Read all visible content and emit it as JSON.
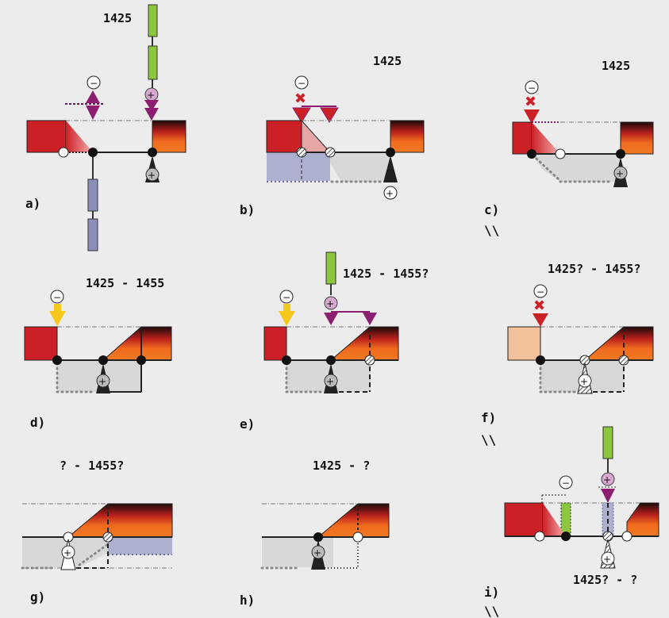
{
  "panels": [
    {
      "id": "a",
      "caption": "a)",
      "date": "1425"
    },
    {
      "id": "b",
      "caption": "b)",
      "date": "1425"
    },
    {
      "id": "c",
      "caption": "c)",
      "date": "1425",
      "extra": "\\\\"
    },
    {
      "id": "d",
      "caption": "d)",
      "date": "1425 - 1455"
    },
    {
      "id": "e",
      "caption": "e)",
      "date": "1425 - 1455?"
    },
    {
      "id": "f",
      "caption": "f)",
      "date": "1425? - 1455?",
      "extra": "\\\\"
    },
    {
      "id": "g",
      "caption": "g)",
      "date": "? - 1455?"
    },
    {
      "id": "h",
      "caption": "h)",
      "date": "1425 - ?"
    },
    {
      "id": "i",
      "caption": "i)",
      "date": "1425? - ?",
      "extra": "\\\\"
    }
  ],
  "symbols": {
    "minus": "−",
    "plus": "+",
    "cross": "✖"
  },
  "colors": {
    "background": "#ececec",
    "red_block": "#cc2027",
    "orange_block": "#f07020",
    "peach_block": "#f2c09a",
    "green_bar": "#8cc63f",
    "slate_bar": "#8b8fb8",
    "purple_arrow": "#8b1e6e",
    "yellow_arrow": "#f7c81c",
    "grey_fill": "#d8d8d8",
    "blue_fill": "#aeb0d0"
  }
}
